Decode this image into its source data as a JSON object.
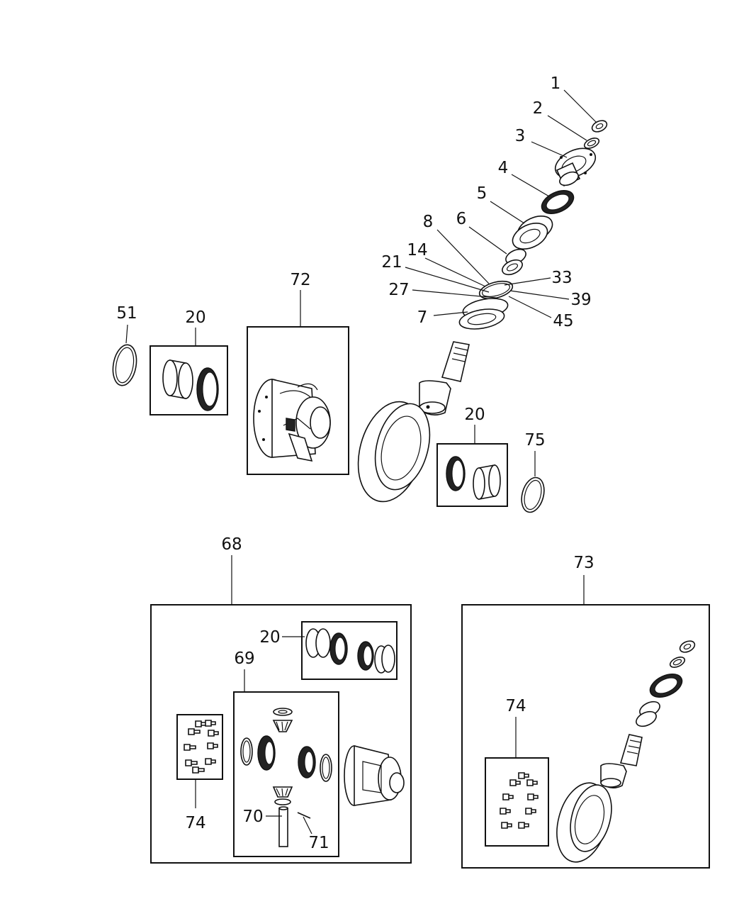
{
  "callouts": {
    "c1": "1",
    "c2": "2",
    "c3": "3",
    "c4": "4",
    "c5": "5",
    "c6": "6",
    "c7": "7",
    "c8": "8",
    "c14": "14",
    "c21": "21",
    "c27": "27",
    "c33": "33",
    "c39": "39",
    "c45": "45",
    "c51": "51",
    "c20a": "20",
    "c20b": "20",
    "c20c": "20",
    "c72": "72",
    "c75": "75",
    "c68": "68",
    "c69": "69",
    "c70": "70",
    "c71": "71",
    "c73": "73",
    "c74a": "74",
    "c74b": "74"
  }
}
